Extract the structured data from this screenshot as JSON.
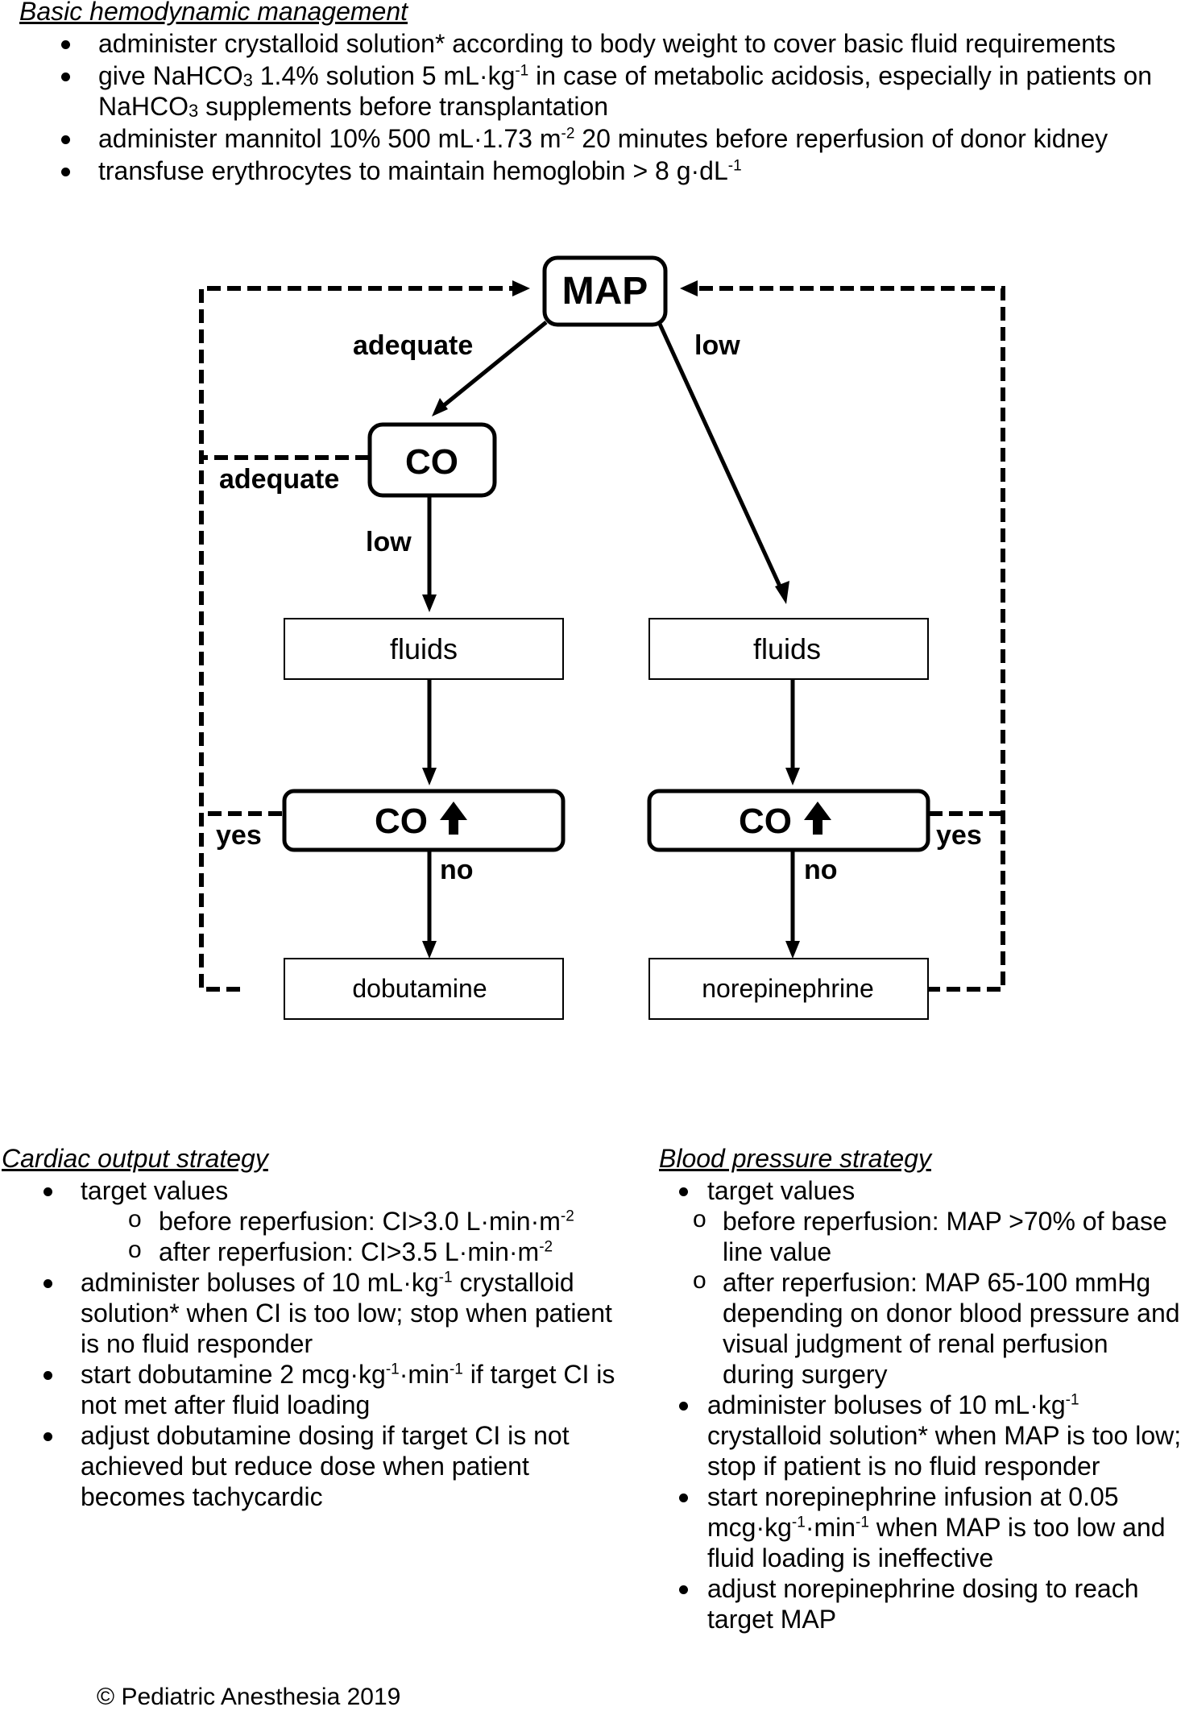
{
  "basic": {
    "title": "Basic hemodynamic management",
    "items": [
      [
        "administer crystalloid solution* according to body weight to cover basic fluid requirements"
      ],
      [
        "give NaHCO",
        {
          "sub": "3"
        },
        " 1.4% solution 5 mL·kg",
        {
          "sup": "-1"
        },
        " in case of metabolic acidosis, especially in patients on NaHCO",
        {
          "sub": "3"
        },
        " supplements before transplantation"
      ],
      [
        "administer mannitol 10% 500 mL·1.73 m",
        {
          "sup": "-2"
        },
        " 20 minutes before reperfusion of donor kidney"
      ],
      [
        "transfuse erythrocytes to maintain hemoglobin > 8 g·dL",
        {
          "sup": "-1"
        }
      ]
    ]
  },
  "flow": {
    "map": "MAP",
    "co": "CO",
    "co_up": "CO",
    "adequate_top": "adequate",
    "low_top": "low",
    "adequate_left": "adequate",
    "low_mid": "low",
    "fluids_left": "fluids",
    "fluids_right": "fluids",
    "yes_left": "yes",
    "yes_right": "yes",
    "no_left": "no",
    "no_right": "no",
    "dobutamine": "dobutamine",
    "norepinephrine": "norepinephrine"
  },
  "cardiac": {
    "title": "Cardiac output strategy",
    "items": [
      {
        "text": [
          "target values"
        ],
        "sub": [
          [
            "before reperfusion: CI>3.0 L·min·m",
            {
              "sup": "-2"
            }
          ],
          [
            "after reperfusion: CI>3.5 L·min·m",
            {
              "sup": "-2"
            }
          ]
        ]
      },
      {
        "text": [
          "administer boluses of 10 mL·kg",
          {
            "sup": "-1"
          },
          " crystalloid solution* when CI is too low; stop when patient is no fluid responder"
        ]
      },
      {
        "text": [
          "start dobutamine 2 mcg·kg",
          {
            "sup": "-1"
          },
          "·min",
          {
            "sup": "-1"
          },
          " if target CI is not met after fluid loading"
        ]
      },
      {
        "text": [
          "adjust dobutamine dosing if target CI is not achieved but reduce dose when patient becomes tachycardic"
        ]
      }
    ]
  },
  "blood": {
    "title": "Blood pressure strategy",
    "items": [
      {
        "text": [
          "target values"
        ],
        "sub": [
          [
            "before reperfusion: MAP >70% of base line value"
          ],
          [
            "after reperfusion: MAP 65-100 mmHg depending on donor blood pressure and visual judgment of renal perfusion during surgery"
          ]
        ]
      },
      {
        "text": [
          "administer boluses of 10 mL·kg",
          {
            "sup": "-1"
          },
          " crystalloid solution* when MAP is too low; stop if patient is no fluid responder"
        ]
      },
      {
        "text": [
          "start norepinephrine infusion at 0.05 mcg·kg",
          {
            "sup": "-1"
          },
          "·min",
          {
            "sup": "-1"
          },
          " when MAP is too low and fluid loading is ineffective"
        ]
      },
      {
        "text": [
          "adjust norepinephrine dosing to reach target MAP"
        ]
      }
    ]
  },
  "copyright": "© Pediatric Anesthesia 2019"
}
